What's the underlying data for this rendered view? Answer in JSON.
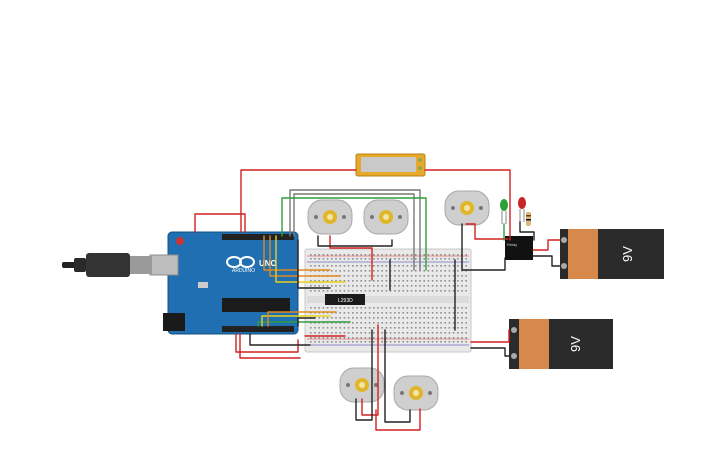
{
  "canvas": {
    "background": "#ffffff"
  },
  "arduino": {
    "brand": "ARDUINO",
    "model": "UNO",
    "color": "#1f6fb2"
  },
  "driver_chip": {
    "label": "L293D"
  },
  "battery_top": {
    "label": "9V"
  },
  "battery_bottom": {
    "label": "9V"
  },
  "relay": {
    "label": "Relay"
  },
  "colors": {
    "wire_red": "#d42020",
    "wire_black": "#222222",
    "wire_green": "#2e9e3e",
    "wire_orange": "#e08a1e",
    "wire_yellow": "#e8d21a",
    "wire_grey": "#777777",
    "breadboard": "#e9e9e9",
    "battery_orange": "#d6894a",
    "battery_black": "#2b2b2b",
    "motor_grey": "#cfcfcf",
    "motor_gold": "#e0b62a",
    "lcd_frame": "#e7a92a"
  }
}
